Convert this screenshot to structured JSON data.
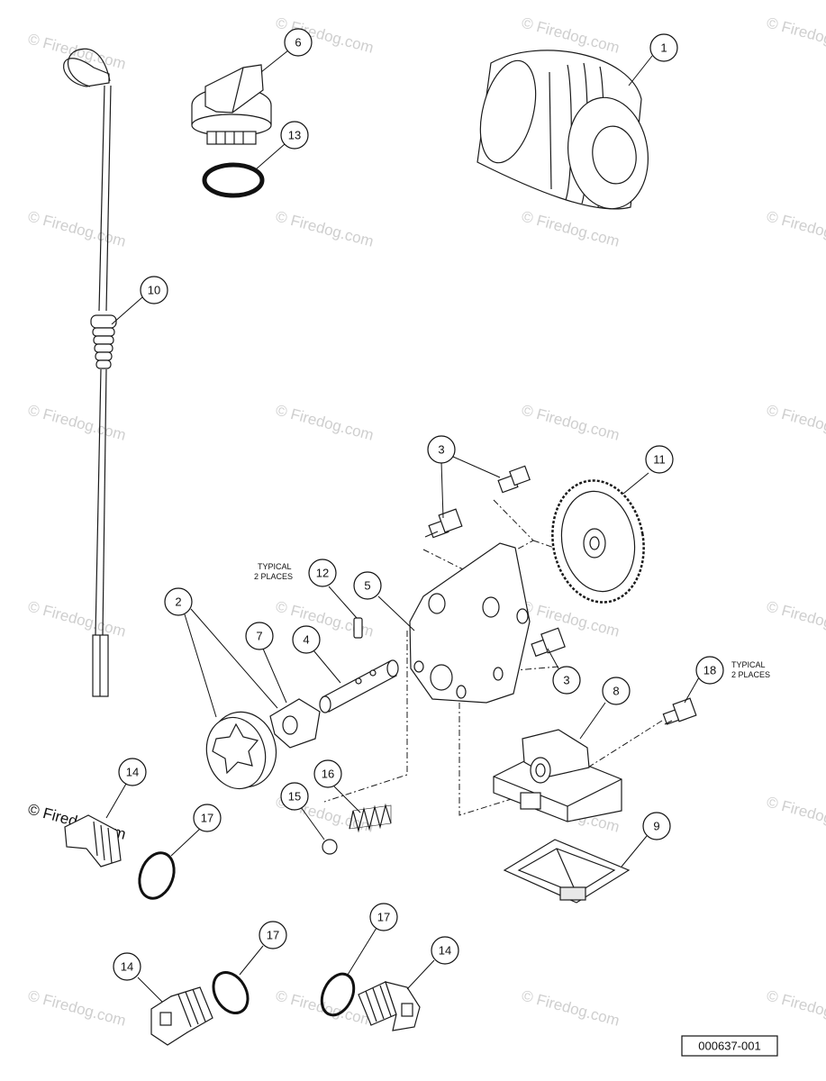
{
  "watermark": "© Firedog.com",
  "reference_number": "000637-001",
  "notes": {
    "typical_12_line1": "TYPICAL",
    "typical_12_line2": "2 PLACES",
    "typical_18_line1": "TYPICAL",
    "typical_18_line2": "2 PLACES"
  },
  "callouts": {
    "c1": "1",
    "c6": "6",
    "c13": "13",
    "c10": "10",
    "c3a": "3",
    "c11": "11",
    "c12": "12",
    "c5": "5",
    "c2": "2",
    "c7": "7",
    "c4": "4",
    "c3b": "3",
    "c18": "18",
    "c8": "8",
    "c14a": "14",
    "c17a": "17",
    "c15": "15",
    "c16": "16",
    "c9": "9",
    "c14b": "14",
    "c17b": "17",
    "c17c": "17",
    "c14c": "14"
  },
  "colors": {
    "line": "#111111",
    "watermark": "#cfcfcf",
    "background": "#ffffff"
  }
}
